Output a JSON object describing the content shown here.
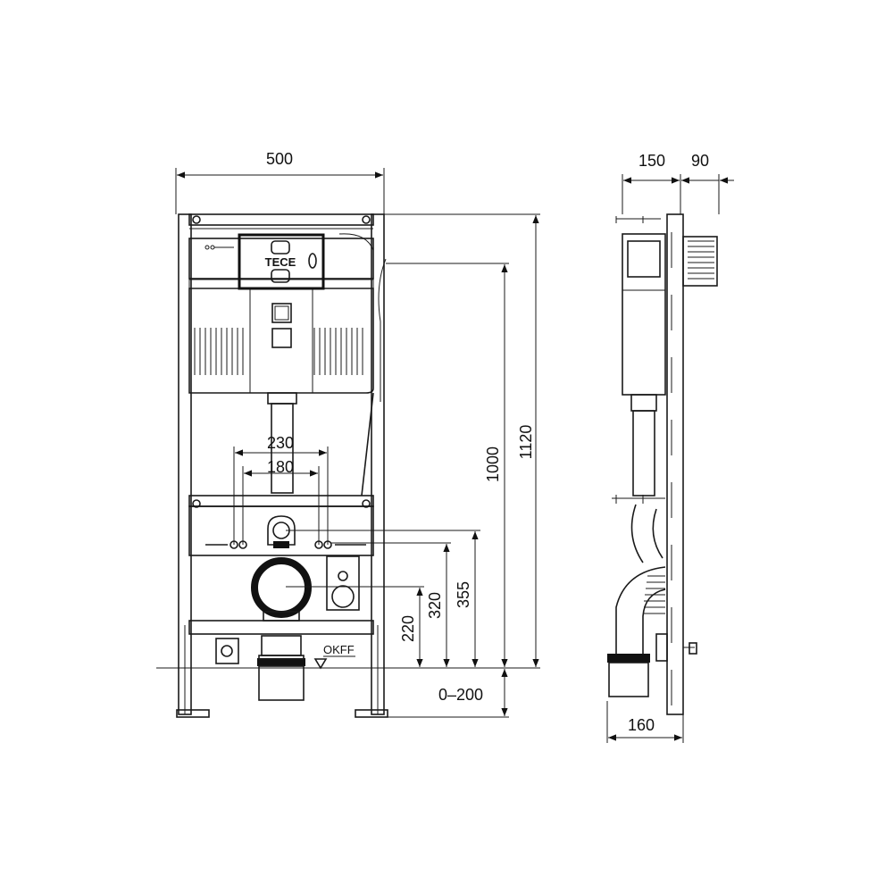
{
  "front_view": {
    "dimensions": {
      "width": "500",
      "height_total": "1120",
      "height_actuator": "1000",
      "connection_355": "355",
      "connection_320": "320",
      "connection_220": "220",
      "adjust_range": "0–200",
      "bolt_spacing_outer": "230",
      "bolt_spacing_inner": "180"
    },
    "floor_label": "OKFF",
    "logo_text": "TECE"
  },
  "side_view": {
    "dimensions": {
      "depth_150": "150",
      "depth_90": "90",
      "depth_160": "160"
    }
  },
  "colors": {
    "line": "#1a1a1a",
    "background": "#ffffff"
  }
}
